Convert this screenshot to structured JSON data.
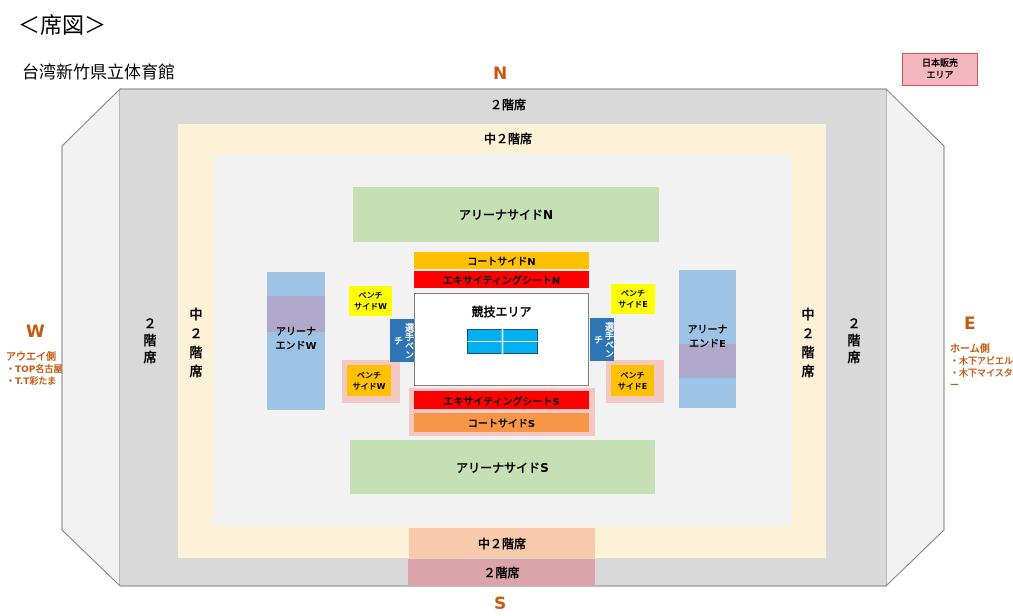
{
  "header": {
    "title": "＜席図＞",
    "venue": "台湾新竹県立体育館"
  },
  "compass": {
    "n": "N",
    "s": "S",
    "w": "W",
    "e": "E"
  },
  "away": {
    "label": "アウエイ側",
    "teams": [
      "・TOP名古屋",
      "・T.T彩たま"
    ]
  },
  "home": {
    "label": "ホーム側",
    "teams": [
      "・木下アビエル",
      "・木下マイスター"
    ]
  },
  "japan_sales": {
    "line1": "日本販売",
    "line2": "エリア"
  },
  "second_floor": {
    "label": "２階席",
    "vertical": [
      "２",
      "階",
      "席"
    ]
  },
  "mid_second_floor": {
    "label": "中２階席",
    "vertical": [
      "中",
      "２",
      "階",
      "席"
    ]
  },
  "arena_side_n": "アリーナサイドN",
  "arena_side_s": "アリーナサイドS",
  "arena_end_w": {
    "line1": "アリーナ",
    "line2": "エンドW"
  },
  "arena_end_e": {
    "line1": "アリーナ",
    "line2": "エンドE"
  },
  "court_side_n": "コートサイドN",
  "court_side_s": "コートサイドS",
  "exciting_n": "エキサイティングシートN",
  "exciting_s": "エキサイティングシートS",
  "competition_area": "競技エリア",
  "bench_side_w": {
    "line1": "ベンチ",
    "line2": "サイドW"
  },
  "bench_side_e": {
    "line1": "ベンチ",
    "line2": "サイドE"
  },
  "player_bench": "選手ベンチ",
  "colors": {
    "outer": "#d9d9d9",
    "outer_wing": "#f2f2f2",
    "mid_ring": "#fdf2d7",
    "arena": "#f2f2f2",
    "arena_side": "#c5e0b4",
    "arena_end": "#9dc3e6",
    "court_side_n": "#ffc000",
    "exciting": "#ff0000",
    "court_side_s": "#f79646",
    "bench_side": "#ffff00",
    "player_bench": "#2e75b6",
    "compass": "#c55a11",
    "table": "#00b0f0"
  }
}
